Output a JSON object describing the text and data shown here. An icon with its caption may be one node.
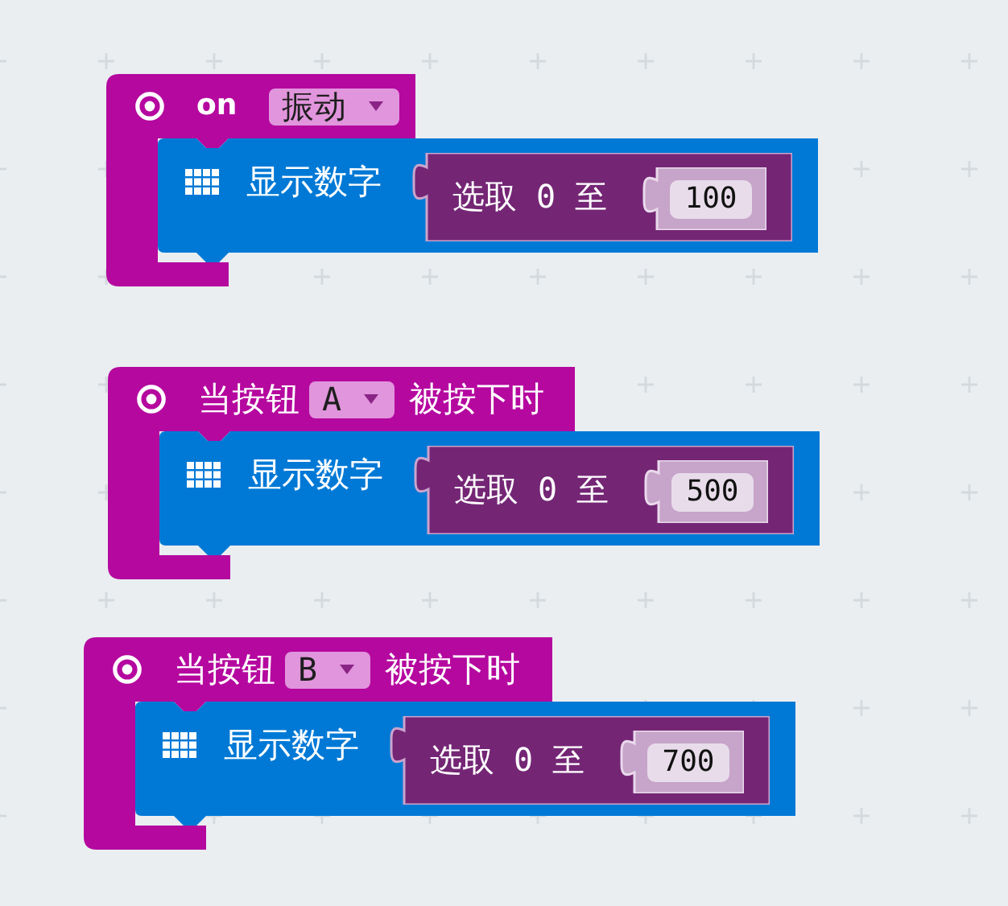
{
  "diagram": {
    "nodes": [
      {
        "text": [
          "on"
        ]
      },
      {
        "text": [
          "振动"
        ],
        "in": 0
      },
      {
        "text": [
          "显示数字"
        ]
      },
      {
        "text": [
          "选取 0 至"
        ],
        "in": 2
      },
      {
        "text": [
          "100"
        ],
        "in": 3
      },
      {
        "text": [
          "当按钮",
          "被按下时"
        ]
      },
      {
        "text": [
          "A"
        ],
        "in": 5
      },
      {
        "text": [
          "显示数字"
        ]
      },
      {
        "text": [
          "选取 0 至"
        ],
        "in": 7
      },
      {
        "text": [
          "500"
        ],
        "in": 8
      },
      {
        "text": [
          "当按钮",
          "被按下时"
        ]
      },
      {
        "text": [
          "B"
        ],
        "in": 10
      },
      {
        "text": [
          "显示数字"
        ]
      },
      {
        "text": [
          "选取 0 至"
        ],
        "in": 12
      },
      {
        "text": [
          "700"
        ],
        "in": 13
      }
    ]
  }
}
